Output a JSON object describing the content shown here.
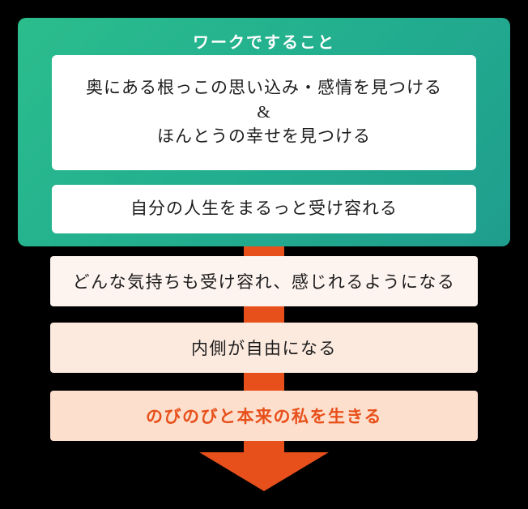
{
  "diagram": {
    "title": "ワークですること",
    "green_section": {
      "boxes": [
        {
          "lines": [
            "奥にある根っこの思い込み・感情を見つける",
            "&",
            "ほんとうの幸せを見つける"
          ]
        },
        {
          "lines": [
            "自分の人生をまるっと受け容れる"
          ]
        }
      ]
    },
    "result_steps": [
      "どんな気持ちも受け容れ、感じれるようになる",
      "内側が自由になる",
      "のびのびと本来の私を生きる"
    ],
    "colors": {
      "background": "#000000",
      "green_start": "#2bbd8c",
      "green_end": "#1f9d8e",
      "orange": "#e8501b",
      "peach_light": "#fdf3ef",
      "peach_mid": "#fdeadf",
      "peach_deep": "#fddfcd",
      "white": "#ffffff",
      "text_dark": "#1d1d1d"
    }
  }
}
